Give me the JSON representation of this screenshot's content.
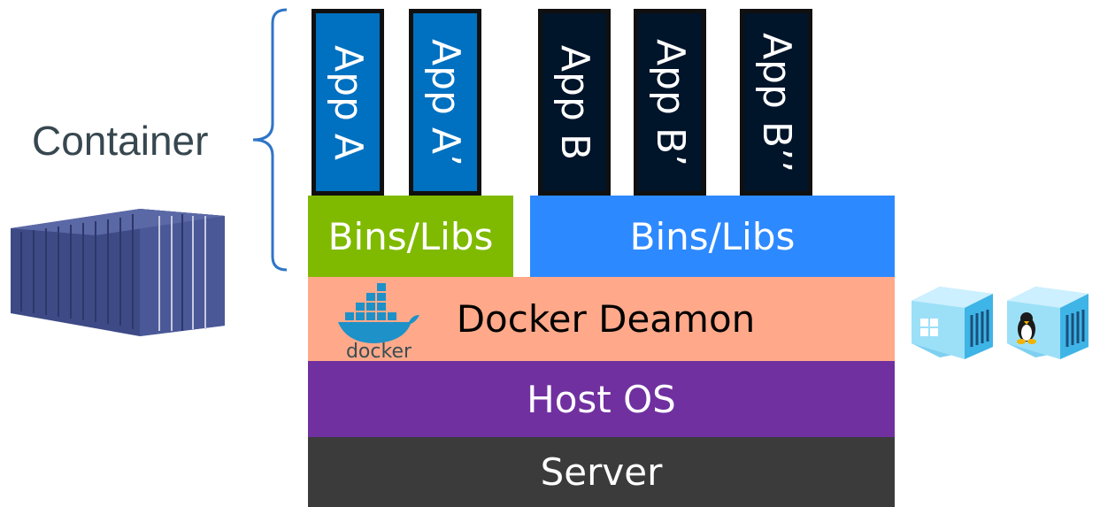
{
  "label": "Container",
  "apps": [
    {
      "label": "App A"
    },
    {
      "label": "App A’"
    },
    {
      "label": "App B"
    },
    {
      "label": "App B’"
    },
    {
      "label": "App B’’"
    }
  ],
  "bins_left": "Bins/Libs",
  "bins_right": "Bins/Libs",
  "daemon": "Docker Deamon",
  "docker_logo_text": "docker",
  "host_os": "Host OS",
  "server": "Server",
  "colors": {
    "app_group_a": "#0070c0",
    "app_group_b": "#00142a",
    "bins_left": "#7fba00",
    "bins_right": "#2d89ff",
    "daemon": "#ffa98a",
    "host_os": "#7030a0",
    "server": "#3b3b3b",
    "brace": "#2e75c8"
  },
  "icons": [
    "shipping-container-icon",
    "docker-whale-icon",
    "windows-container-icon",
    "linux-container-icon"
  ]
}
